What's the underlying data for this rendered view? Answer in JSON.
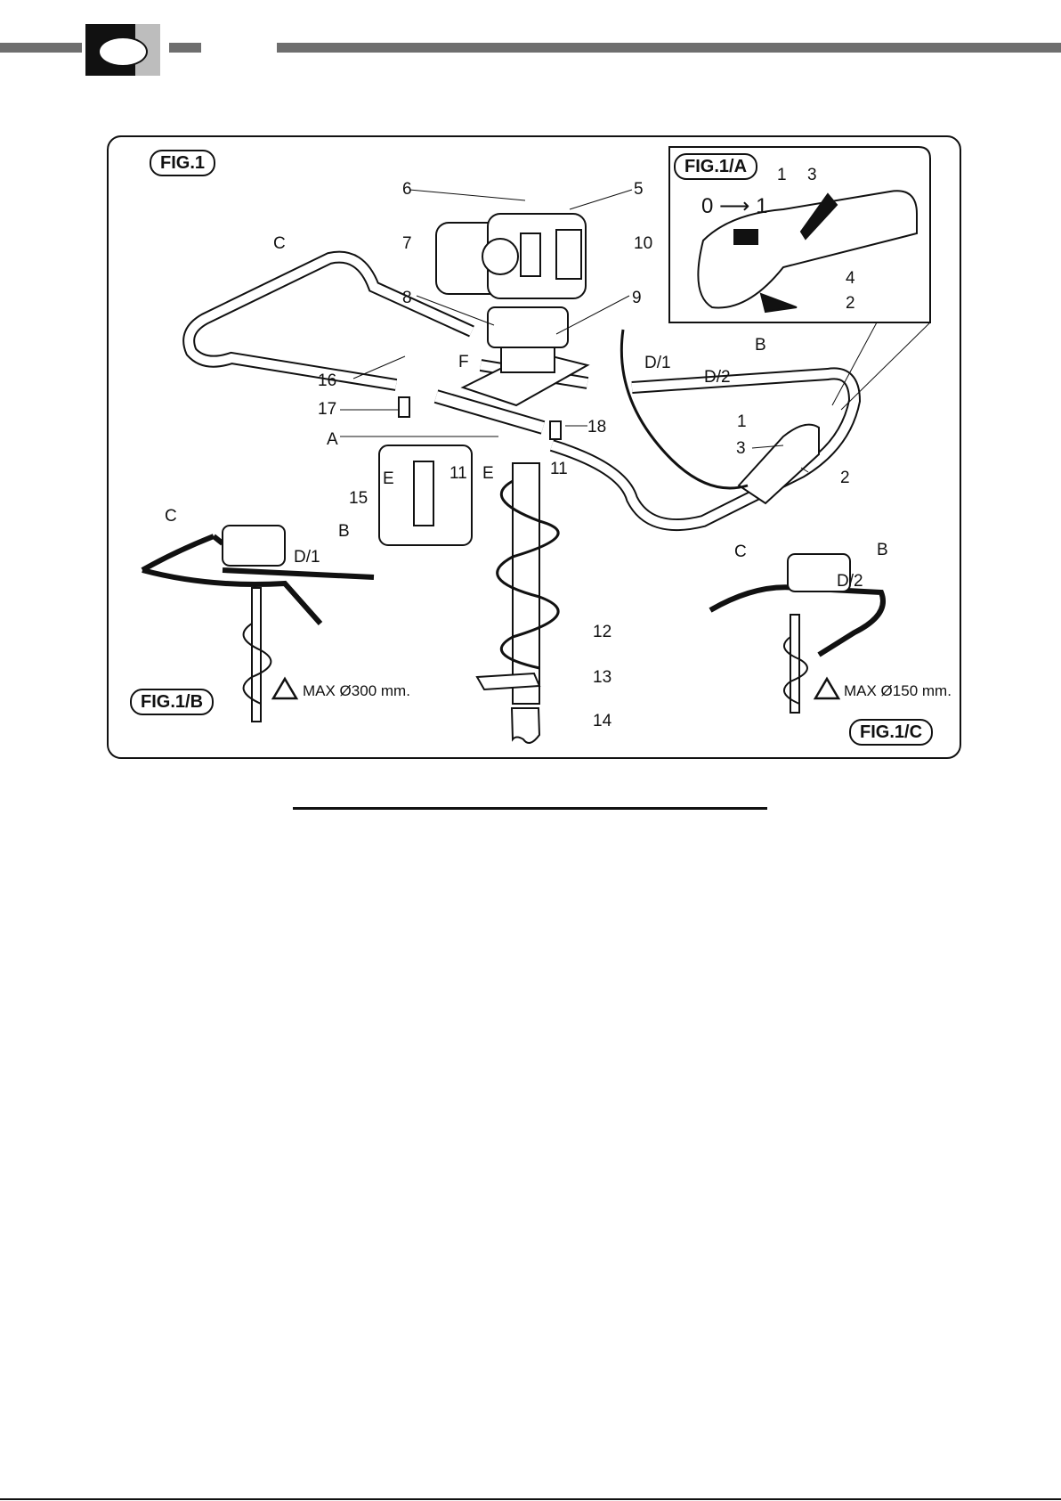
{
  "figure": {
    "main_tag": "FIG.1",
    "inset_a_tag": "FIG.1/A",
    "inset_b_tag": "FIG.1/B",
    "inset_c_tag": "FIG.1/C",
    "switch_label": "0 ⟶ 1",
    "warning_b": "MAX Ø300 mm.",
    "warning_c": "MAX Ø150 mm.",
    "callouts": {
      "n1": "1",
      "n2": "2",
      "n3": "3",
      "n4": "4",
      "n5": "5",
      "n6": "6",
      "n7": "7",
      "n8": "8",
      "n9": "9",
      "n10": "10",
      "n11": "11",
      "n12": "12",
      "n13": "13",
      "n14": "14",
      "n15": "15",
      "n16": "16",
      "n17": "17",
      "n18": "18",
      "A": "A",
      "B": "B",
      "C": "C",
      "D1": "D/1",
      "D2": "D/2",
      "E": "E",
      "F": "F"
    }
  },
  "colors": {
    "header_bar": "#6e6e6e",
    "ink": "#111111"
  }
}
